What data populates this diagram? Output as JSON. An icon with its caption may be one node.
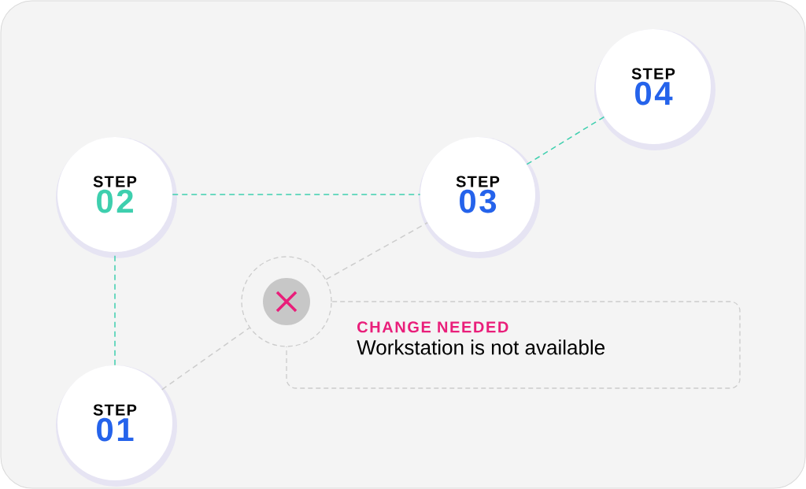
{
  "diagram": {
    "nodes": [
      {
        "text": [
          "STEP",
          "01"
        ]
      },
      {
        "text": [
          "STEP",
          "02"
        ]
      },
      {
        "text": [
          "STEP",
          "03"
        ]
      },
      {
        "text": [
          "STEP",
          "04"
        ]
      },
      {
        "text": [],
        "shape": "circle"
      },
      {
        "text": [
          "CHANGE NEEDED",
          "Workstation is not available"
        ]
      }
    ],
    "edges": [
      {
        "from": 0,
        "to": 1,
        "arrow": "none",
        "style": "dashed"
      },
      {
        "from": 1,
        "to": 2,
        "arrow": "none",
        "style": "dashed"
      },
      {
        "from": 2,
        "to": 3,
        "arrow": "none",
        "style": "dashed"
      },
      {
        "from": 0,
        "to": 4,
        "arrow": "none",
        "style": "dashed",
        "color": "#cccccc"
      },
      {
        "from": 4,
        "to": 2,
        "arrow": "none",
        "style": "dashed",
        "color": "#cccccc"
      }
    ]
  }
}
